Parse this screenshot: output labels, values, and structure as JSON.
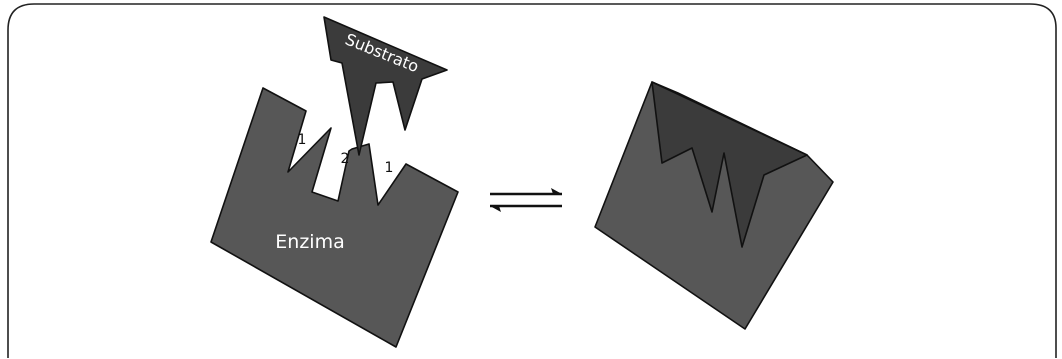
{
  "figure": {
    "labels": {
      "substrate": "Substrato",
      "enzyme": "Enzima",
      "site_left": "1",
      "site_middle": "2",
      "site_right": "1"
    },
    "colors": {
      "enzyme_fill": "#575757",
      "substrate_fill": "#3b3b3b",
      "stroke": "#111111",
      "frame_stroke": "#222222",
      "label_text": "#ffffff",
      "site_label_text": "#111111"
    }
  }
}
